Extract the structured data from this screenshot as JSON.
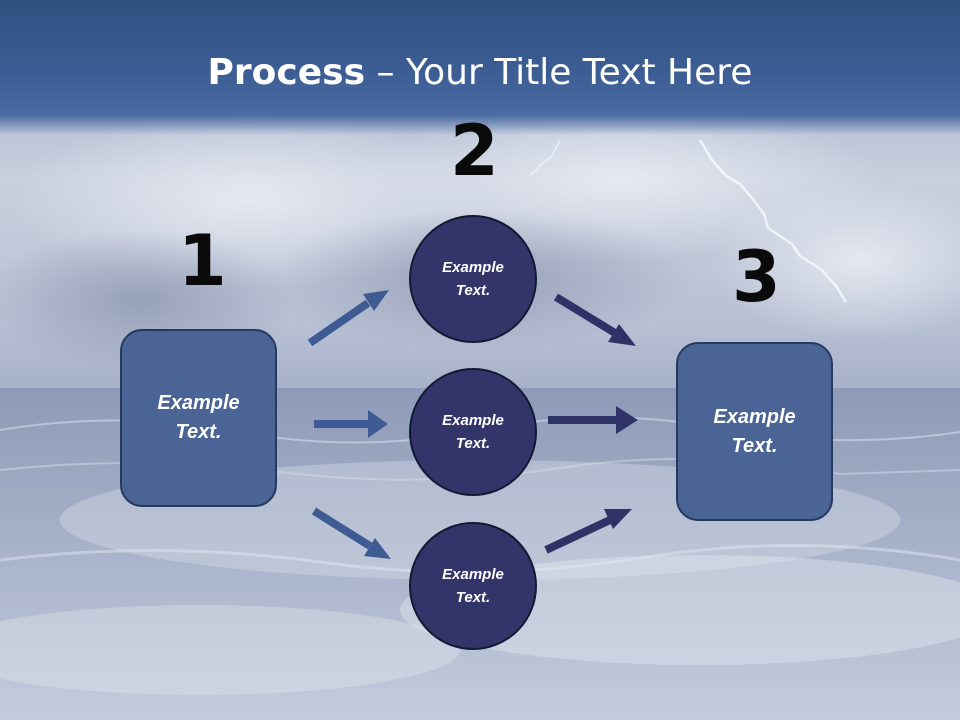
{
  "slide": {
    "title_bold": "Process",
    "title_rest": " – Your Title Text Here"
  },
  "steps": [
    {
      "number": "1",
      "label": "Example\nText."
    },
    {
      "number": "2",
      "label": "Example\nText."
    },
    {
      "number": "3",
      "label": "Example\nText."
    }
  ],
  "circles": [
    {
      "label": "Example\nText."
    },
    {
      "label": "Example\nText."
    },
    {
      "label": "Example\nText."
    }
  ],
  "colors": {
    "title_band": "#3c5e94",
    "box_fill": "#4a6496",
    "circle_fill": "#33346a",
    "arrow_left": "#3f5b94",
    "arrow_right": "#2f3266"
  }
}
